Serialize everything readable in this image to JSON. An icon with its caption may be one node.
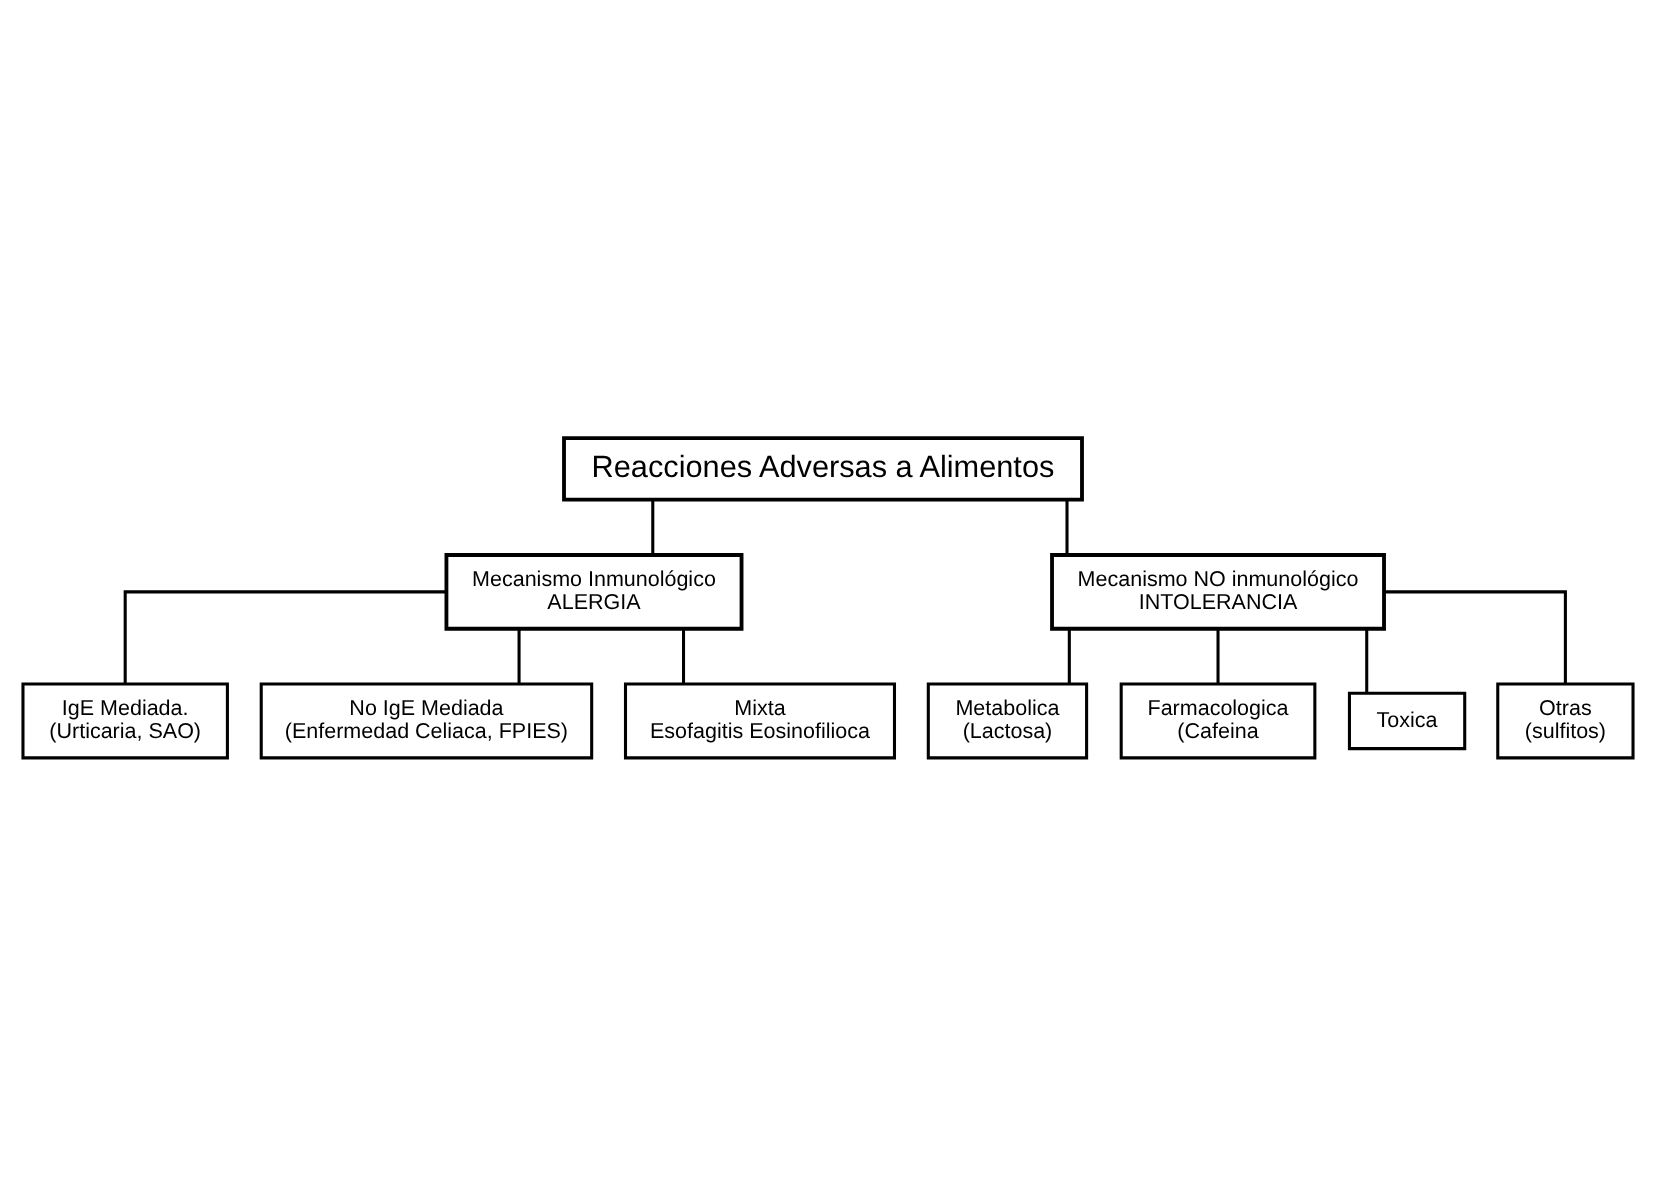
{
  "diagram": {
    "nodes": [
      {
        "text": [
          "Reacciones Adversas a Alimentos"
        ]
      },
      {
        "text": [
          "Mecanismo Inmunológico",
          "ALERGIA"
        ]
      },
      {
        "text": [
          "Mecanismo NO inmunológico",
          "INTOLERANCIA"
        ]
      },
      {
        "text": [
          "IgE Mediada.",
          "(Urticaria, SAO)"
        ]
      },
      {
        "text": [
          "No IgE Mediada",
          "(Enfermedad Celiaca, FPIES)"
        ]
      },
      {
        "text": [
          "Mixta",
          "Esofagitis Eosinofilioca"
        ]
      },
      {
        "text": [
          "Metabolica",
          "(Lactosa)"
        ]
      },
      {
        "text": [
          "Farmacologica",
          "(Cafeina"
        ]
      },
      {
        "text": [
          "Toxica"
        ]
      },
      {
        "text": [
          "Otras",
          "(sulfitos)"
        ]
      }
    ],
    "edges": [
      {
        "from": 0,
        "to": 1,
        "arrow": "none"
      },
      {
        "from": 0,
        "to": 2,
        "arrow": "none"
      },
      {
        "from": 1,
        "to": 3,
        "arrow": "none"
      },
      {
        "from": 1,
        "to": 4,
        "arrow": "none"
      },
      {
        "from": 1,
        "to": 5,
        "arrow": "none"
      },
      {
        "from": 2,
        "to": 6,
        "arrow": "none"
      },
      {
        "from": 2,
        "to": 7,
        "arrow": "none"
      },
      {
        "from": 2,
        "to": 8,
        "arrow": "none"
      },
      {
        "from": 2,
        "to": 9,
        "arrow": "none"
      }
    ]
  }
}
